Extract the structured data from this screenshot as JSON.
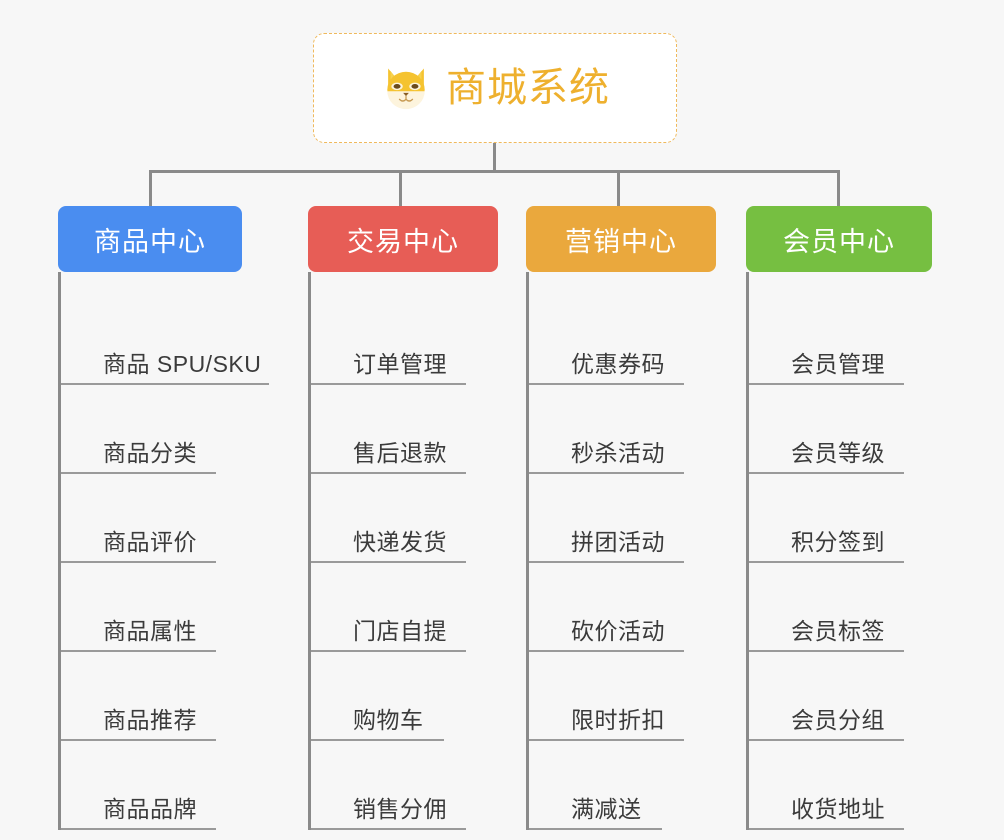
{
  "page": {
    "background_color": "#f7f7f7",
    "line_color": "#8a8a8a",
    "leaf_text_color": "#3b3b3b"
  },
  "root": {
    "title": "商城系统",
    "icon": "shiba-dog-icon",
    "text_color": "#eeb02e",
    "border_color": "#efb95c",
    "background_color": "#ffffff"
  },
  "branches": [
    {
      "label": "商品中心",
      "color": "#4a8df0",
      "color_name": "blue",
      "items": [
        {
          "label": "商品 SPU/SKU",
          "underline_width": 208
        },
        {
          "label": "商品分类",
          "underline_width": 155
        },
        {
          "label": "商品评价",
          "underline_width": 155
        },
        {
          "label": "商品属性",
          "underline_width": 155
        },
        {
          "label": "商品推荐",
          "underline_width": 155
        },
        {
          "label": "商品品牌",
          "underline_width": 155
        }
      ]
    },
    {
      "label": "交易中心",
      "color": "#e75d56",
      "color_name": "red",
      "items": [
        {
          "label": "订单管理",
          "underline_width": 155
        },
        {
          "label": "售后退款",
          "underline_width": 155
        },
        {
          "label": "快递发货",
          "underline_width": 155
        },
        {
          "label": "门店自提",
          "underline_width": 155
        },
        {
          "label": "购物车",
          "underline_width": 133
        },
        {
          "label": "销售分佣",
          "underline_width": 155
        }
      ]
    },
    {
      "label": "营销中心",
      "color": "#eaa83d",
      "color_name": "orange",
      "items": [
        {
          "label": "优惠券码",
          "underline_width": 155
        },
        {
          "label": "秒杀活动",
          "underline_width": 155
        },
        {
          "label": "拼团活动",
          "underline_width": 155
        },
        {
          "label": "砍价活动",
          "underline_width": 155
        },
        {
          "label": "限时折扣",
          "underline_width": 155
        },
        {
          "label": "满减送",
          "underline_width": 133
        }
      ]
    },
    {
      "label": "会员中心",
      "color": "#76bf41",
      "color_name": "green",
      "items": [
        {
          "label": "会员管理",
          "underline_width": 155
        },
        {
          "label": "会员等级",
          "underline_width": 155
        },
        {
          "label": "积分签到",
          "underline_width": 155
        },
        {
          "label": "会员标签",
          "underline_width": 155
        },
        {
          "label": "会员分组",
          "underline_width": 155
        },
        {
          "label": "收货地址",
          "underline_width": 155
        }
      ]
    }
  ]
}
